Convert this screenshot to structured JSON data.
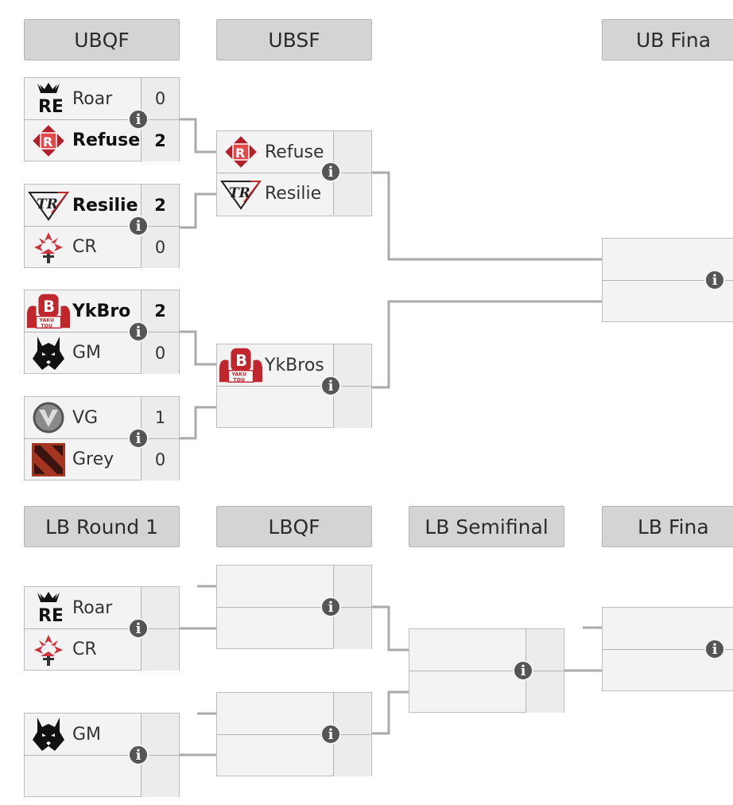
{
  "headers": {
    "ubqf": "UBQF",
    "ubsf": "UBSF",
    "ubfinal": "UB Fina",
    "lbr1": "LB Round 1",
    "lbqf": "LBQF",
    "lbsf": "LB Semifinal",
    "lbfinal": "LB Fina"
  },
  "upper": {
    "qf1": {
      "t1": "Roar",
      "s1": "0",
      "t2": "Refuse",
      "s2": "2"
    },
    "qf2": {
      "t1": "Resilie",
      "s1": "2",
      "t2": "CR",
      "s2": "0"
    },
    "qf3": {
      "t1": "YkBro",
      "s1": "2",
      "t2": "GM",
      "s2": "0"
    },
    "qf4": {
      "t1": "VG",
      "s1": "1",
      "t2": "Grey",
      "s2": "0"
    },
    "sf1": {
      "t1": "Refuse",
      "t2": "Resilie"
    },
    "sf2": {
      "t1": "YkBros"
    }
  },
  "lower": {
    "r1a": {
      "t1": "Roar",
      "t2": "CR"
    },
    "r1b": {
      "t1": "GM"
    }
  },
  "info_icon": "i",
  "icons": [
    "roar-logo-icon",
    "refuse-logo-icon",
    "resilient-logo-icon",
    "cr-logo-icon",
    "ykbros-logo-icon",
    "gm-wolf-logo-icon",
    "vg-logo-icon",
    "dota-logo-icon",
    "info-icon"
  ],
  "colors": {
    "header_bg": "#d4d4d4",
    "match_bg": "#f3f3f3",
    "connector": "#aaaaaa",
    "info_bg": "#555555",
    "accent_red": "#c0272d"
  }
}
